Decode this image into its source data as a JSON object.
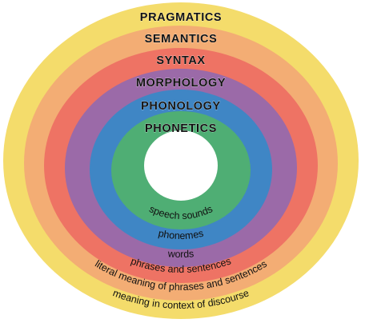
{
  "diagram": {
    "rings": [
      {
        "id": "pragmatics",
        "title": "PRAGMATICS",
        "description": "meaning in context of discourse",
        "color": "#f4dc6b"
      },
      {
        "id": "semantics",
        "title": "SEMANTICS",
        "description": "literal meaning of phrases and sentences",
        "color": "#f3ad74"
      },
      {
        "id": "syntax",
        "title": "SYNTAX",
        "description": "phrases and sentences",
        "color": "#ee7364"
      },
      {
        "id": "morphology",
        "title": "MORPHOLOGY",
        "description": "words",
        "color": "#9b6aa8"
      },
      {
        "id": "phonology",
        "title": "PHONOLOGY",
        "description": "phonemes",
        "color": "#3f86c5"
      },
      {
        "id": "phonetics",
        "title": "PHONETICS",
        "description": "speech sounds",
        "color": "#4fae74"
      }
    ],
    "center_color": "#ffffff"
  }
}
